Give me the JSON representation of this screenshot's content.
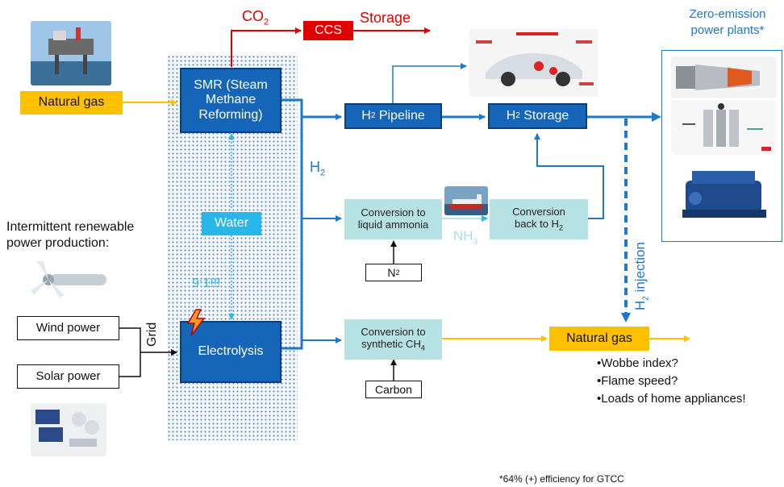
{
  "labels": {
    "co2": "CO",
    "co2_sub": "2",
    "storage_top": "Storage",
    "zero_emission": "Zero-emission power plants*",
    "h2_side": "H",
    "h2_side_sub": "2",
    "nh3": "NH",
    "nh3_sub": "3",
    "ratio": "9:1!!!",
    "grid": "Grid",
    "intermittent": "Intermittent renewable power production:",
    "h2_injection_h": "H",
    "h2_injection_sub": "2",
    "h2_injection_rest": " injection",
    "footnote": "*64% (+) efficiency for GTCC"
  },
  "boxes": {
    "natural_gas_in": "Natural gas",
    "ccs": "CCS",
    "smr": "SMR (Steam Methane Reforming)",
    "water": "Water",
    "electrolysis": "Electrolysis",
    "wind": "Wind power",
    "solar": "Solar power",
    "h2_pipeline_h": "H",
    "h2_pipeline_sub": "2",
    "h2_pipeline_rest": " Pipeline",
    "h2_storage_h": "H",
    "h2_storage_sub": "2",
    "h2_storage_rest": " Storage",
    "ammonia_line1": "Conversion to",
    "ammonia_line2": "liquid ammonia",
    "back_line1": "Conversion",
    "back_line2": "back to H",
    "back_sub": "2",
    "ch4_line1": "Conversion to",
    "ch4_line2": "synthetic CH",
    "ch4_sub": "4",
    "n2_h": "N",
    "n2_sub": "2",
    "carbon": "Carbon",
    "natural_gas_out": "Natural gas"
  },
  "bullets": [
    "Wobbe index?",
    "Flame speed?",
    "Loads of home appliances!"
  ],
  "colors": {
    "process_blue": "#1565b8",
    "arrow_blue": "#1f78c8",
    "light_blue": "#29b6e8",
    "teal": "#b7e2e4",
    "gas_yellow": "#ffc000",
    "co2_red": "#e00000"
  }
}
